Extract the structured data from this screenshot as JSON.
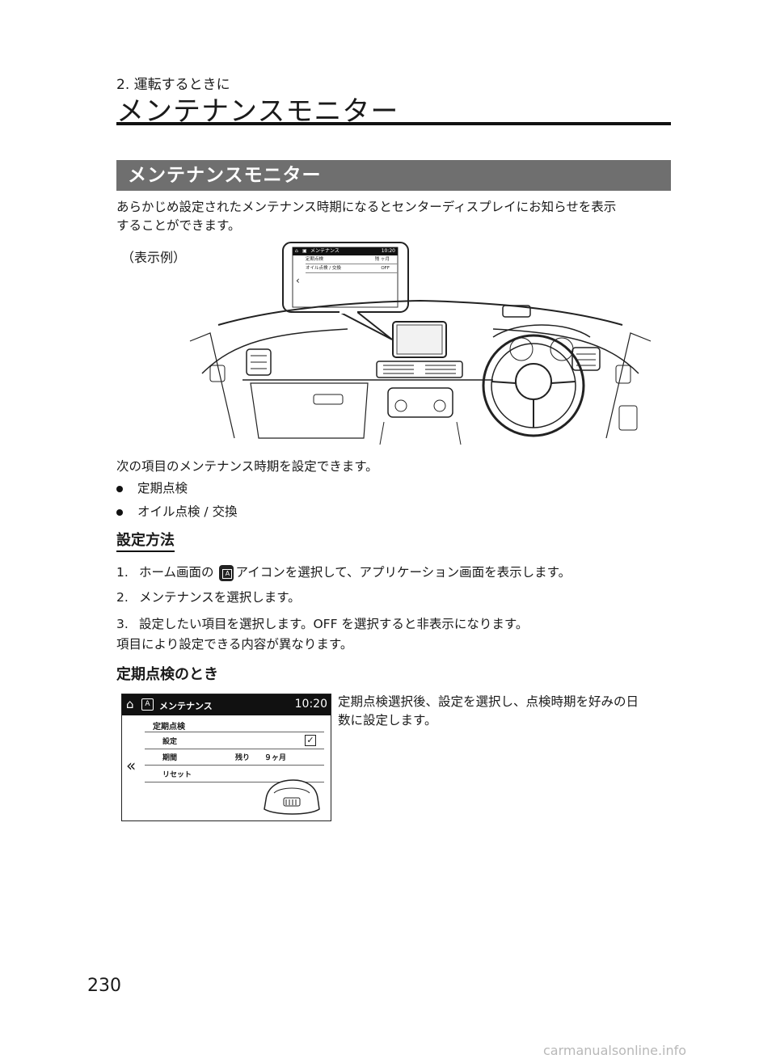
{
  "header": {
    "chapter": "2. 運転するときに",
    "title": "メンテナンスモニター"
  },
  "section": {
    "banner": "メンテナンスモニター",
    "intro_line1": "あらかじめ設定されたメンテナンス時期になるとセンターディスプレイにお知らせを表示",
    "intro_line2": "することができます。",
    "example_label": "（表示例）"
  },
  "mini_screen": {
    "title": "メンテナンス",
    "time": "10:20",
    "rows": [
      {
        "label": "定期点検",
        "value": "残 ヶ月"
      },
      {
        "label": "オイル点検 / 交換",
        "value": "OFF"
      }
    ]
  },
  "items": {
    "intro": "次の項目のメンテナンス時期を設定できます。",
    "list": [
      "定期点検",
      "オイル点検 / 交換"
    ]
  },
  "setting": {
    "heading": "設定方法",
    "steps": [
      {
        "num": "1.",
        "before_icon": "ホーム画面の",
        "after_icon": "アイコンを選択して、アプリケーション画面を表示します。"
      },
      {
        "num": "2.",
        "text": "メンテナンスを選択します。"
      },
      {
        "num": "3.",
        "text": "設定したい項目を選択します。OFF を選択すると非表示になります。"
      }
    ],
    "note": "項目により設定できる内容が異なります。"
  },
  "periodic": {
    "heading": "定期点検のとき",
    "desc_line1": "定期点検選択後、設定を選択し、点検時期を好みの日",
    "desc_line2": "数に設定します。",
    "screen": {
      "title": "メンテナンス",
      "time": "10:20",
      "section": "定期点検",
      "rows": [
        {
          "label": "設定",
          "value": ""
        },
        {
          "label": "期間",
          "value": "残り　　９ヶ月"
        },
        {
          "label": "リセット",
          "value": ""
        }
      ],
      "setting_checked": true
    }
  },
  "footer": {
    "page_number": "230",
    "watermark": "carmanualsonline.info"
  }
}
